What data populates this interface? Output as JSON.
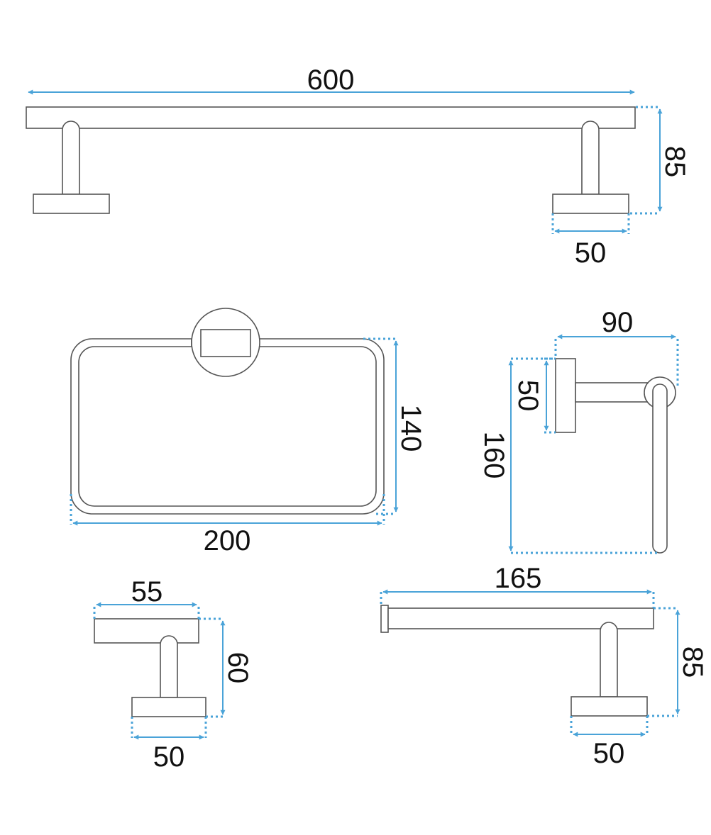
{
  "colors": {
    "outline": "#555555",
    "dimension": "#4aa3d8",
    "text": "#111111"
  },
  "dimensions": {
    "towel_bar": {
      "length": "600",
      "height": "85",
      "base": "50"
    },
    "towel_ring": {
      "height": "140",
      "width": "200"
    },
    "paper_holder": {
      "width": "90",
      "base": "50",
      "height": "160"
    },
    "robe_hook": {
      "width": "55",
      "height": "60",
      "base": "50"
    },
    "short_bar": {
      "length": "165",
      "height": "85",
      "base": "50"
    }
  }
}
